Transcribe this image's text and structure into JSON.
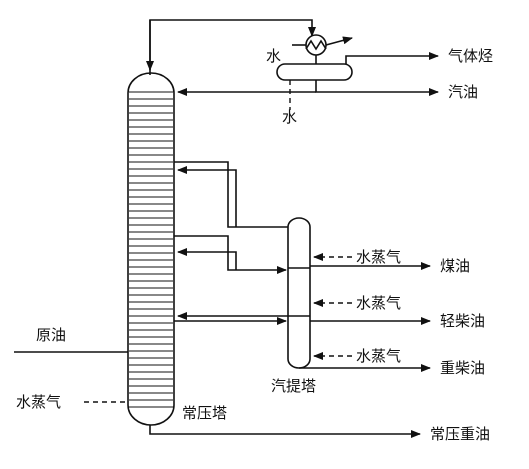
{
  "labels": {
    "crude_oil": "原油",
    "steam_main": "水蒸气",
    "main_column": "常压塔",
    "residue": "常压重油",
    "stripper": "汽提塔",
    "steam_1": "水蒸气",
    "steam_2": "水蒸气",
    "steam_3": "水蒸气",
    "kerosene": "煤油",
    "light_diesel": "轻柴油",
    "heavy_diesel": "重柴油",
    "gas": "气体烃",
    "gasoline": "汽油",
    "water_in": "水",
    "water_out": "水"
  }
}
